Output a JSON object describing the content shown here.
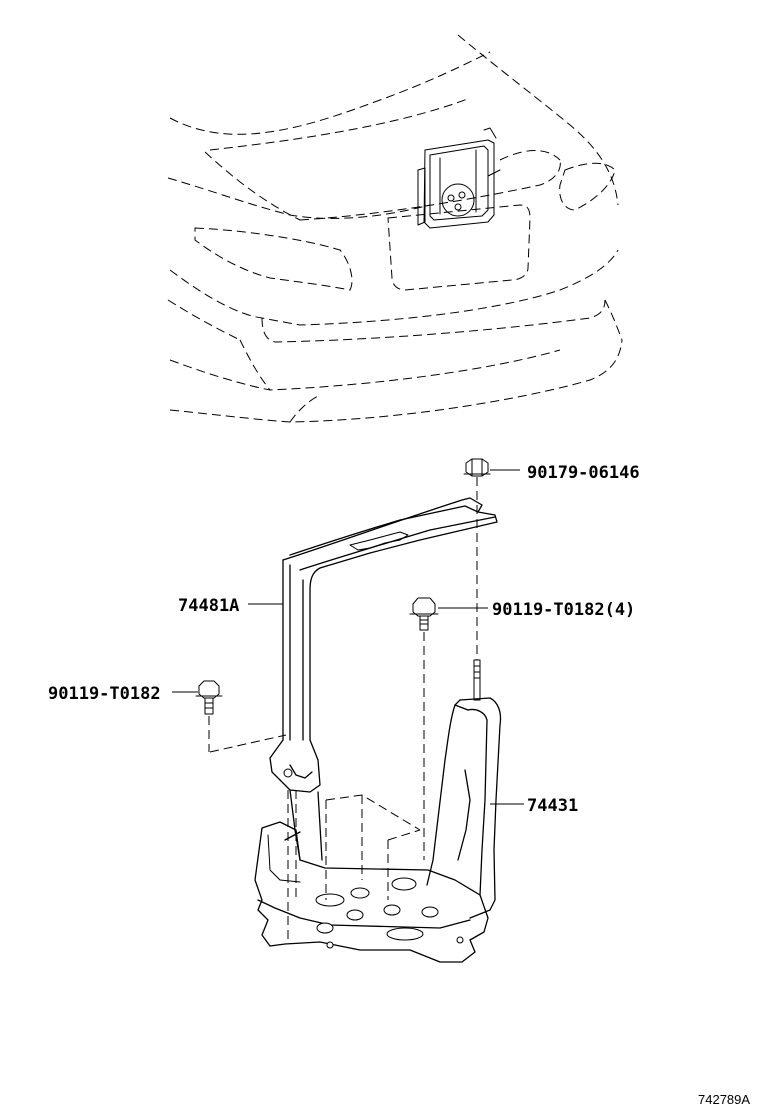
{
  "parts": {
    "nut_upper": "90179-06146",
    "bracket_upper": "74481A",
    "bolt_middle": "90119-T0182(4)",
    "bolt_left": "90119-T0182",
    "battery_tray": "74431"
  },
  "figure_code": "742789A"
}
